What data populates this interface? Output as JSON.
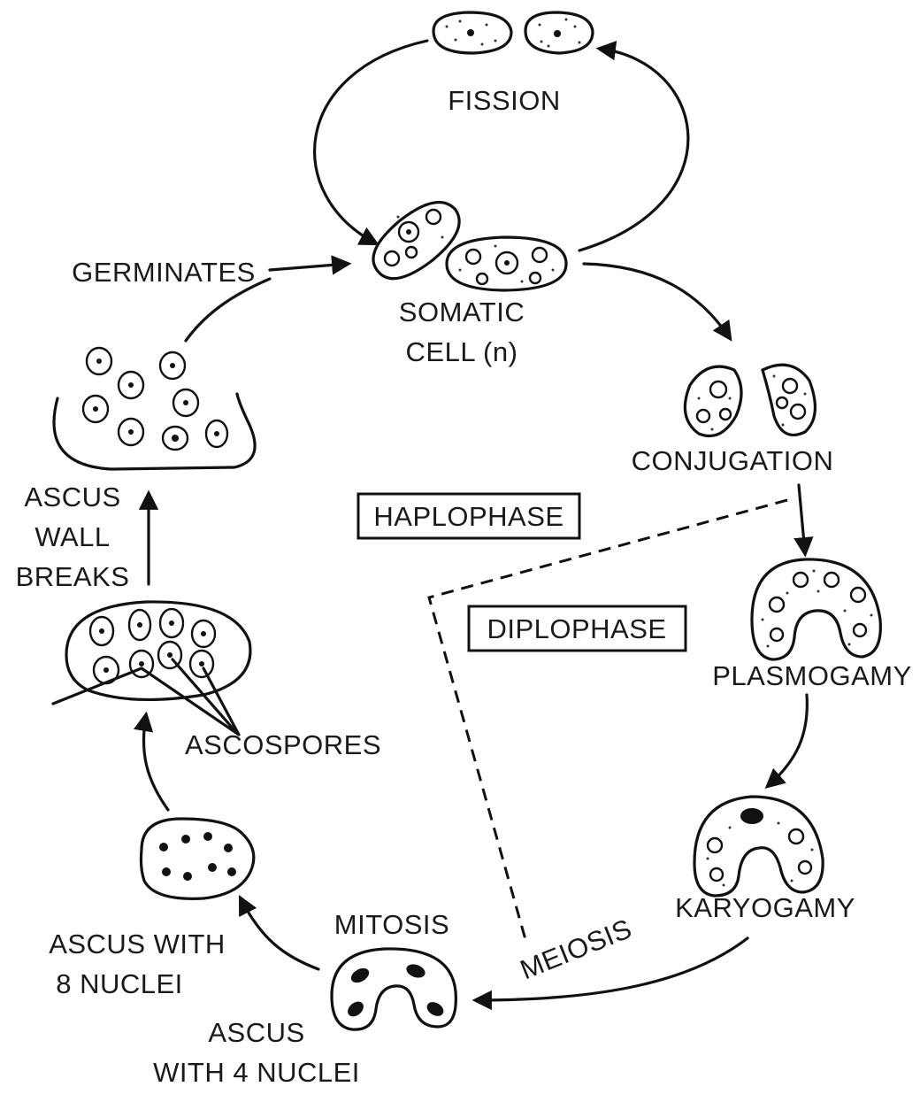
{
  "labels": {
    "fission": "FISSION",
    "germinates": "GERMINATES",
    "somatic_line1": "SOMATIC",
    "somatic_line2": "CELL (n)",
    "conjugation": "CONJUGATION",
    "haplophase": "HAPLOPHASE",
    "diplophase": "DIPLOPHASE",
    "plasmogamy": "PLASMOGAMY",
    "karyogamy": "KARYOGAMY",
    "meiosis": "MEIOSIS",
    "mitosis": "MITOSIS",
    "ascus_4_line1": "ASCUS",
    "ascus_4_line2": "WITH 4 NUCLEI",
    "ascus_8_line1": "ASCUS WITH",
    "ascus_8_line2": "8 NUCLEI",
    "ascospores": "ASCOSPORES",
    "wall_line1": "ASCUS",
    "wall_line2": "WALL",
    "wall_line3": "BREAKS"
  },
  "colors": {
    "ink": "#111111",
    "background": "#ffffff"
  }
}
